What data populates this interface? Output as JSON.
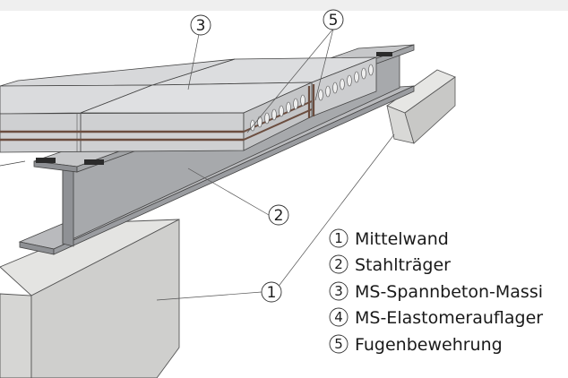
{
  "callouts": [
    {
      "id": "3",
      "number": "3"
    },
    {
      "id": "5",
      "number": "5"
    },
    {
      "id": "2",
      "number": "2"
    },
    {
      "id": "1",
      "number": "1"
    }
  ],
  "legend": [
    {
      "number": "1",
      "label": "Mittelwand"
    },
    {
      "number": "2",
      "label": "Stahlträger"
    },
    {
      "number": "3",
      "label": "MS-Spannbeton-Massi"
    },
    {
      "number": "4",
      "label": "MS-Elastomerauflager"
    },
    {
      "number": "5",
      "label": "Fugenbewehrung"
    }
  ],
  "colors": {
    "wall_top": "#e4e4e2",
    "wall_front": "#d6d6d4",
    "wall_side": "#c4c4c2",
    "steel_light": "#bfc0c2",
    "steel_mid": "#9fa1a4",
    "steel_dark": "#7d7f83",
    "slab_top": "#d9dadc",
    "slab_edge": "#c9cacc",
    "tendon": "#6b4d3f",
    "pad": "#2b2b2b"
  }
}
